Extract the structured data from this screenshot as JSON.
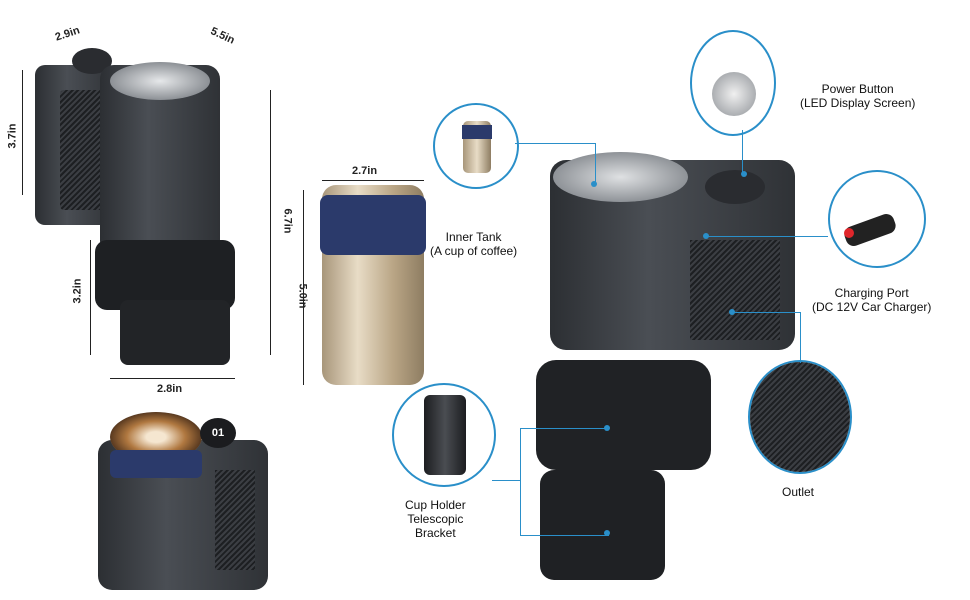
{
  "dimensions": {
    "top_width": "2.9in",
    "length": "5.5in",
    "upper_height": "3.7in",
    "total_height": "6.7in",
    "lower_height": "3.2in",
    "base_width": "2.8in",
    "cup_width": "2.7in",
    "cup_height": "5.0in"
  },
  "display_reading": "01",
  "callouts": {
    "inner_tank": [
      "Inner Tank",
      "(A cup of coffee)"
    ],
    "power_button": [
      "Power Button",
      "(LED Display Screen)"
    ],
    "charging_port": [
      "Charging Port",
      "(DC 12V Car Charger)"
    ],
    "outlet": "Outlet",
    "bracket": [
      "Cup Holder",
      "Telescopic",
      "Bracket"
    ]
  },
  "colors": {
    "accent": "#2a8fc9",
    "body": "#3a3d42",
    "cup_band": "#2b3a6b",
    "cup_steel": "#c9b89c"
  }
}
